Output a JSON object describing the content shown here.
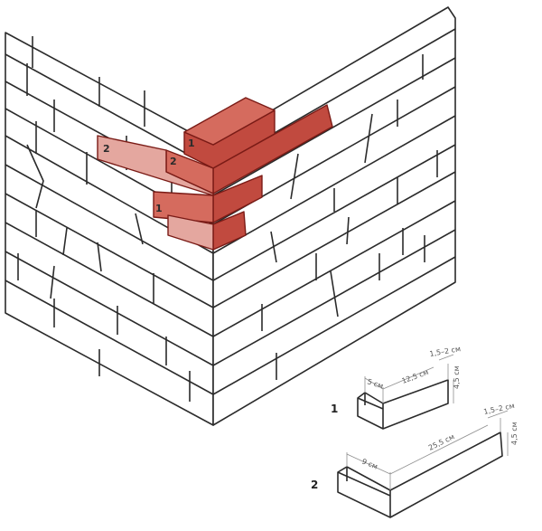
{
  "wall_labels": {
    "top_corner": "1",
    "left_header": "2",
    "corner_second": "2",
    "corner_third": "1"
  },
  "piece1": {
    "number": "1",
    "dims": {
      "short": "5 см",
      "long": "12,5 см",
      "depth": "1,5–2 см",
      "height": "4,5 см"
    }
  },
  "piece2": {
    "number": "2",
    "dims": {
      "short": "9 см",
      "long": "25,5 см",
      "depth": "1,5–2 см",
      "height": "4,5 см"
    }
  },
  "colors": {
    "red_face": "#c14a3f",
    "red_top": "#d56b5e",
    "red_light": "#e4a79f",
    "red_dark": "#9c2e25",
    "outline": "#2b2b2b"
  }
}
